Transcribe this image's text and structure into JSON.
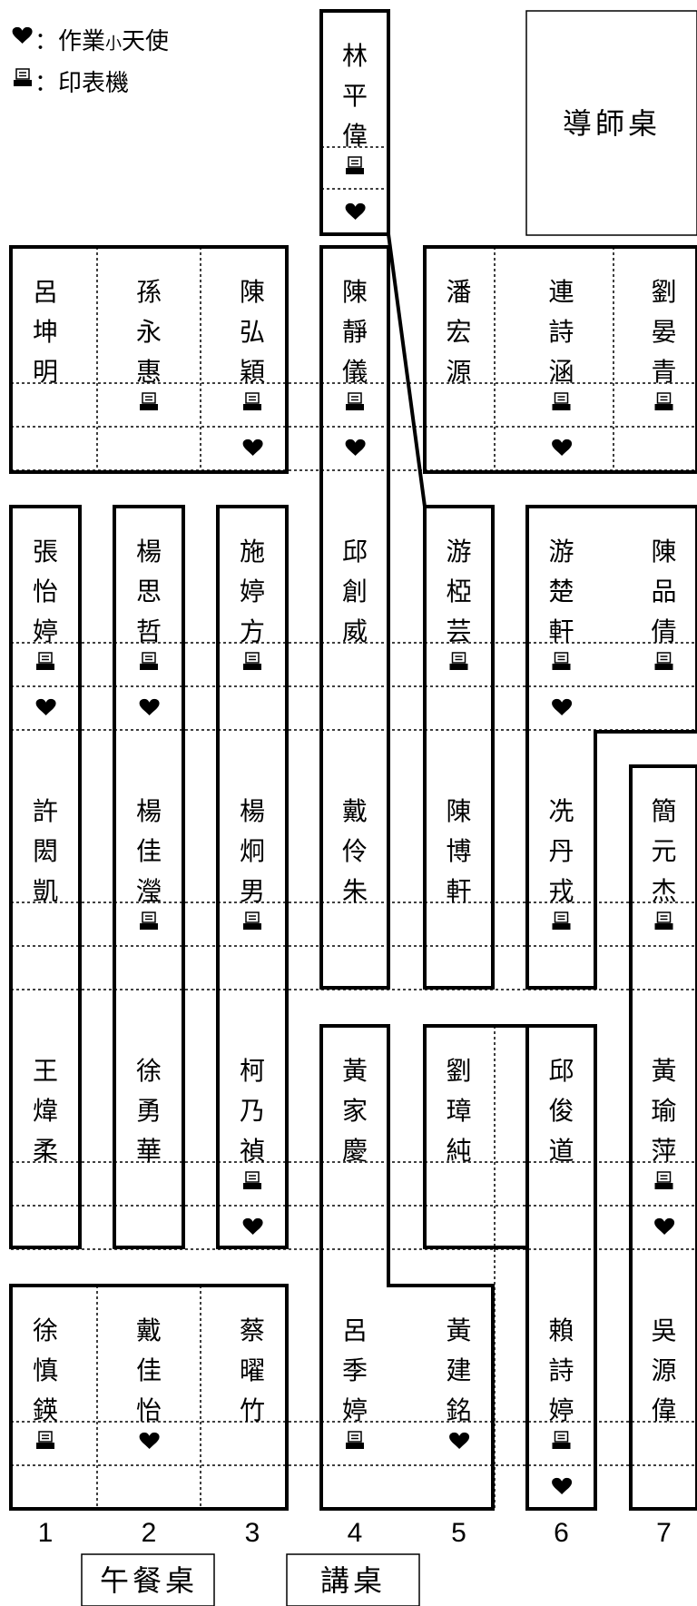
{
  "legend": {
    "heart_text": "：作業",
    "heart_small": "小",
    "heart_tail": "天使",
    "printer_text": "：印表機"
  },
  "teacher_desk": "導師桌",
  "lunch_table": "午餐桌",
  "podium": "講桌",
  "column_numbers": [
    "1",
    "2",
    "3",
    "4",
    "5",
    "6",
    "7"
  ],
  "seats": [
    {
      "col": 4,
      "r": -1,
      "name": "林平偉",
      "printer": true,
      "heart": true
    },
    {
      "col": 1,
      "r": 0,
      "name": "呂坤明",
      "printer": false,
      "heart": false
    },
    {
      "col": 2,
      "r": 0,
      "name": "孫永惠",
      "printer": true,
      "heart": false
    },
    {
      "col": 3,
      "r": 0,
      "name": "陳弘穎",
      "printer": true,
      "heart": true
    },
    {
      "col": 4,
      "r": 0,
      "name": "陳靜儀",
      "printer": true,
      "heart": true
    },
    {
      "col": 5,
      "r": 0,
      "name": "潘宏源",
      "printer": false,
      "heart": false
    },
    {
      "col": 6,
      "r": 0,
      "name": "連詩涵",
      "printer": true,
      "heart": true
    },
    {
      "col": 7,
      "r": 0,
      "name": "劉晏青",
      "printer": true,
      "heart": false
    },
    {
      "col": 1,
      "r": 1,
      "name": "張怡婷",
      "printer": true,
      "heart": true
    },
    {
      "col": 2,
      "r": 1,
      "name": "楊思哲",
      "printer": true,
      "heart": true
    },
    {
      "col": 3,
      "r": 1,
      "name": "施婷方",
      "printer": true,
      "heart": false
    },
    {
      "col": 4,
      "r": 1,
      "name": "邱創威",
      "printer": false,
      "heart": false
    },
    {
      "col": 5,
      "r": 1,
      "name": "游椏芸",
      "printer": true,
      "heart": false
    },
    {
      "col": 6,
      "r": 1,
      "name": "游楚軒",
      "printer": true,
      "heart": true
    },
    {
      "col": 7,
      "r": 1,
      "name": "陳品倩",
      "printer": true,
      "heart": false
    },
    {
      "col": 1,
      "r": 2,
      "name": "許閎凱",
      "printer": false,
      "heart": false
    },
    {
      "col": 2,
      "r": 2,
      "name": "楊佳瀅",
      "printer": true,
      "heart": false
    },
    {
      "col": 3,
      "r": 2,
      "name": "楊炯男",
      "printer": true,
      "heart": false
    },
    {
      "col": 4,
      "r": 2,
      "name": "戴伶朱",
      "printer": false,
      "heart": false
    },
    {
      "col": 5,
      "r": 2,
      "name": "陳博軒",
      "printer": false,
      "heart": false
    },
    {
      "col": 6,
      "r": 2,
      "name": "冼丹戎",
      "printer": true,
      "heart": false
    },
    {
      "col": 7,
      "r": 2,
      "name": "簡元杰",
      "printer": true,
      "heart": false
    },
    {
      "col": 1,
      "r": 3,
      "name": "王煒柔",
      "printer": false,
      "heart": false
    },
    {
      "col": 2,
      "r": 3,
      "name": "徐勇華",
      "printer": false,
      "heart": false
    },
    {
      "col": 3,
      "r": 3,
      "name": "柯乃禎",
      "printer": true,
      "heart": true
    },
    {
      "col": 4,
      "r": 3,
      "name": "黃家慶",
      "printer": false,
      "heart": false
    },
    {
      "col": 5,
      "r": 3,
      "name": "劉璋純",
      "printer": false,
      "heart": false
    },
    {
      "col": 6,
      "r": 3,
      "name": "邱俊道",
      "printer": false,
      "heart": false
    },
    {
      "col": 7,
      "r": 3,
      "name": "黃瑜萍",
      "printer": true,
      "heart": true
    },
    {
      "col": 1,
      "r": 4,
      "name": "徐慎鍈",
      "printer": true,
      "heart": false
    },
    {
      "col": 2,
      "r": 4,
      "name": "戴佳怡",
      "printer": false,
      "heart": true
    },
    {
      "col": 3,
      "r": 4,
      "name": "蔡曜竹",
      "printer": false,
      "heart": false
    },
    {
      "col": 4,
      "r": 4,
      "name": "呂季婷",
      "printer": true,
      "heart": false
    },
    {
      "col": 5,
      "r": 4,
      "name": "黃建銘",
      "printer": false,
      "heart": true
    },
    {
      "col": 6,
      "r": 4,
      "name": "賴詩婷",
      "printer": true,
      "heart": true
    },
    {
      "col": 7,
      "r": 4,
      "name": "吳源偉",
      "printer": false,
      "heart": false
    }
  ]
}
